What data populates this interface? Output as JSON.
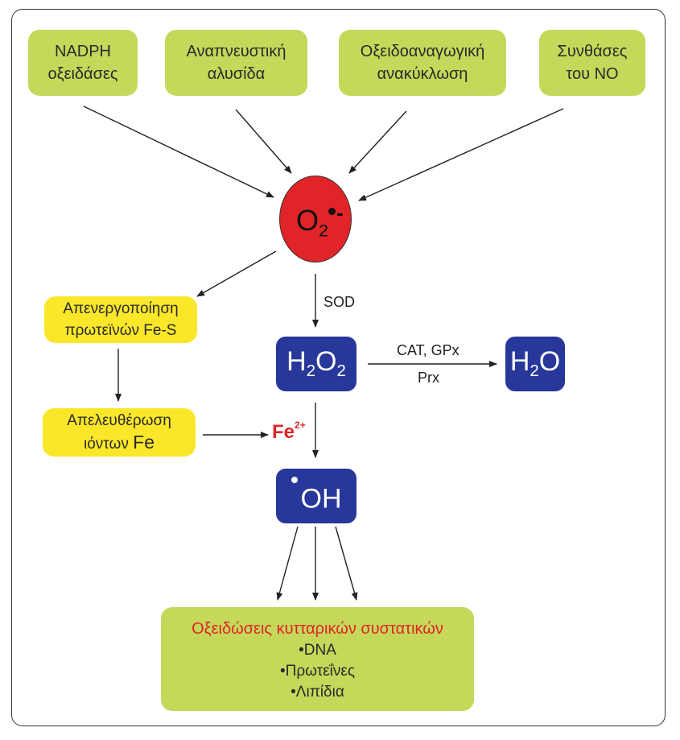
{
  "sources": [
    {
      "line1": "NADPH",
      "line2": "οξειδάσες"
    },
    {
      "line1": "Αναπνευστική",
      "line2": "αλυσίδα"
    },
    {
      "line1": "Οξειδοαναγωγική",
      "line2": "ανακύκλωση"
    },
    {
      "line1": "Συνθάσες",
      "line2": "του NO"
    }
  ],
  "superoxide": {
    "base": "O",
    "sub": "2",
    "charge": "-"
  },
  "sod_label": "SOD",
  "fes_box": {
    "line1": "Απενεργοποίηση",
    "line2": "πρωτεϊνών Fe-S"
  },
  "fe_release_box": {
    "line1": "Απελευθέρωση",
    "line2": "ιόντων",
    "line2_element": "Fe"
  },
  "iron": {
    "base": "Fe",
    "charge": "2+"
  },
  "h2o2": {
    "h": "H",
    "h_sub": "2",
    "o": "O",
    "o_sub": "2"
  },
  "enzymes": {
    "top": "CAT, GPx",
    "bottom": "Prx"
  },
  "water": {
    "h": "H",
    "h_sub": "2",
    "o": "O"
  },
  "hydroxyl": {
    "text": "OH"
  },
  "oxidations": {
    "heading": "Οξειδώσεις κυτταρικών συστατικών",
    "items": [
      "•DNA",
      "•Πρωτεΐνες",
      "•Λιπίδια"
    ]
  },
  "colors": {
    "green": "#c5d85a",
    "yellow": "#fbe72a",
    "blue": "#27379a",
    "red": "#e02427"
  }
}
